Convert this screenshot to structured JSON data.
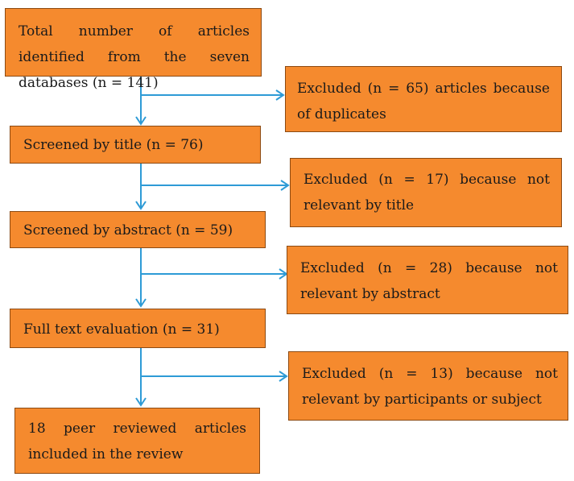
{
  "flow": {
    "start": "Total number of articles identified from the seven databases (n = 141)",
    "screened_title": "Screened by title (n = 76)",
    "screened_abstract": "Screened by abstract (n = 59)",
    "full_text": "Full text evaluation (n = 31)",
    "included": "18 peer reviewed articles included in the review"
  },
  "exclusions": {
    "duplicates": "Excluded (n = 65) articles because of duplicates",
    "title": "Excluded (n = 17) because not relevant by title",
    "abstract": "Excluded (n = 28) because not relevant by abstract",
    "participants": "Excluded (n = 13) because not relevant by participants or subject"
  },
  "colors": {
    "box_fill": "#f58a2e",
    "box_border": "#8c4a12",
    "arrow": "#2e9bd6"
  }
}
